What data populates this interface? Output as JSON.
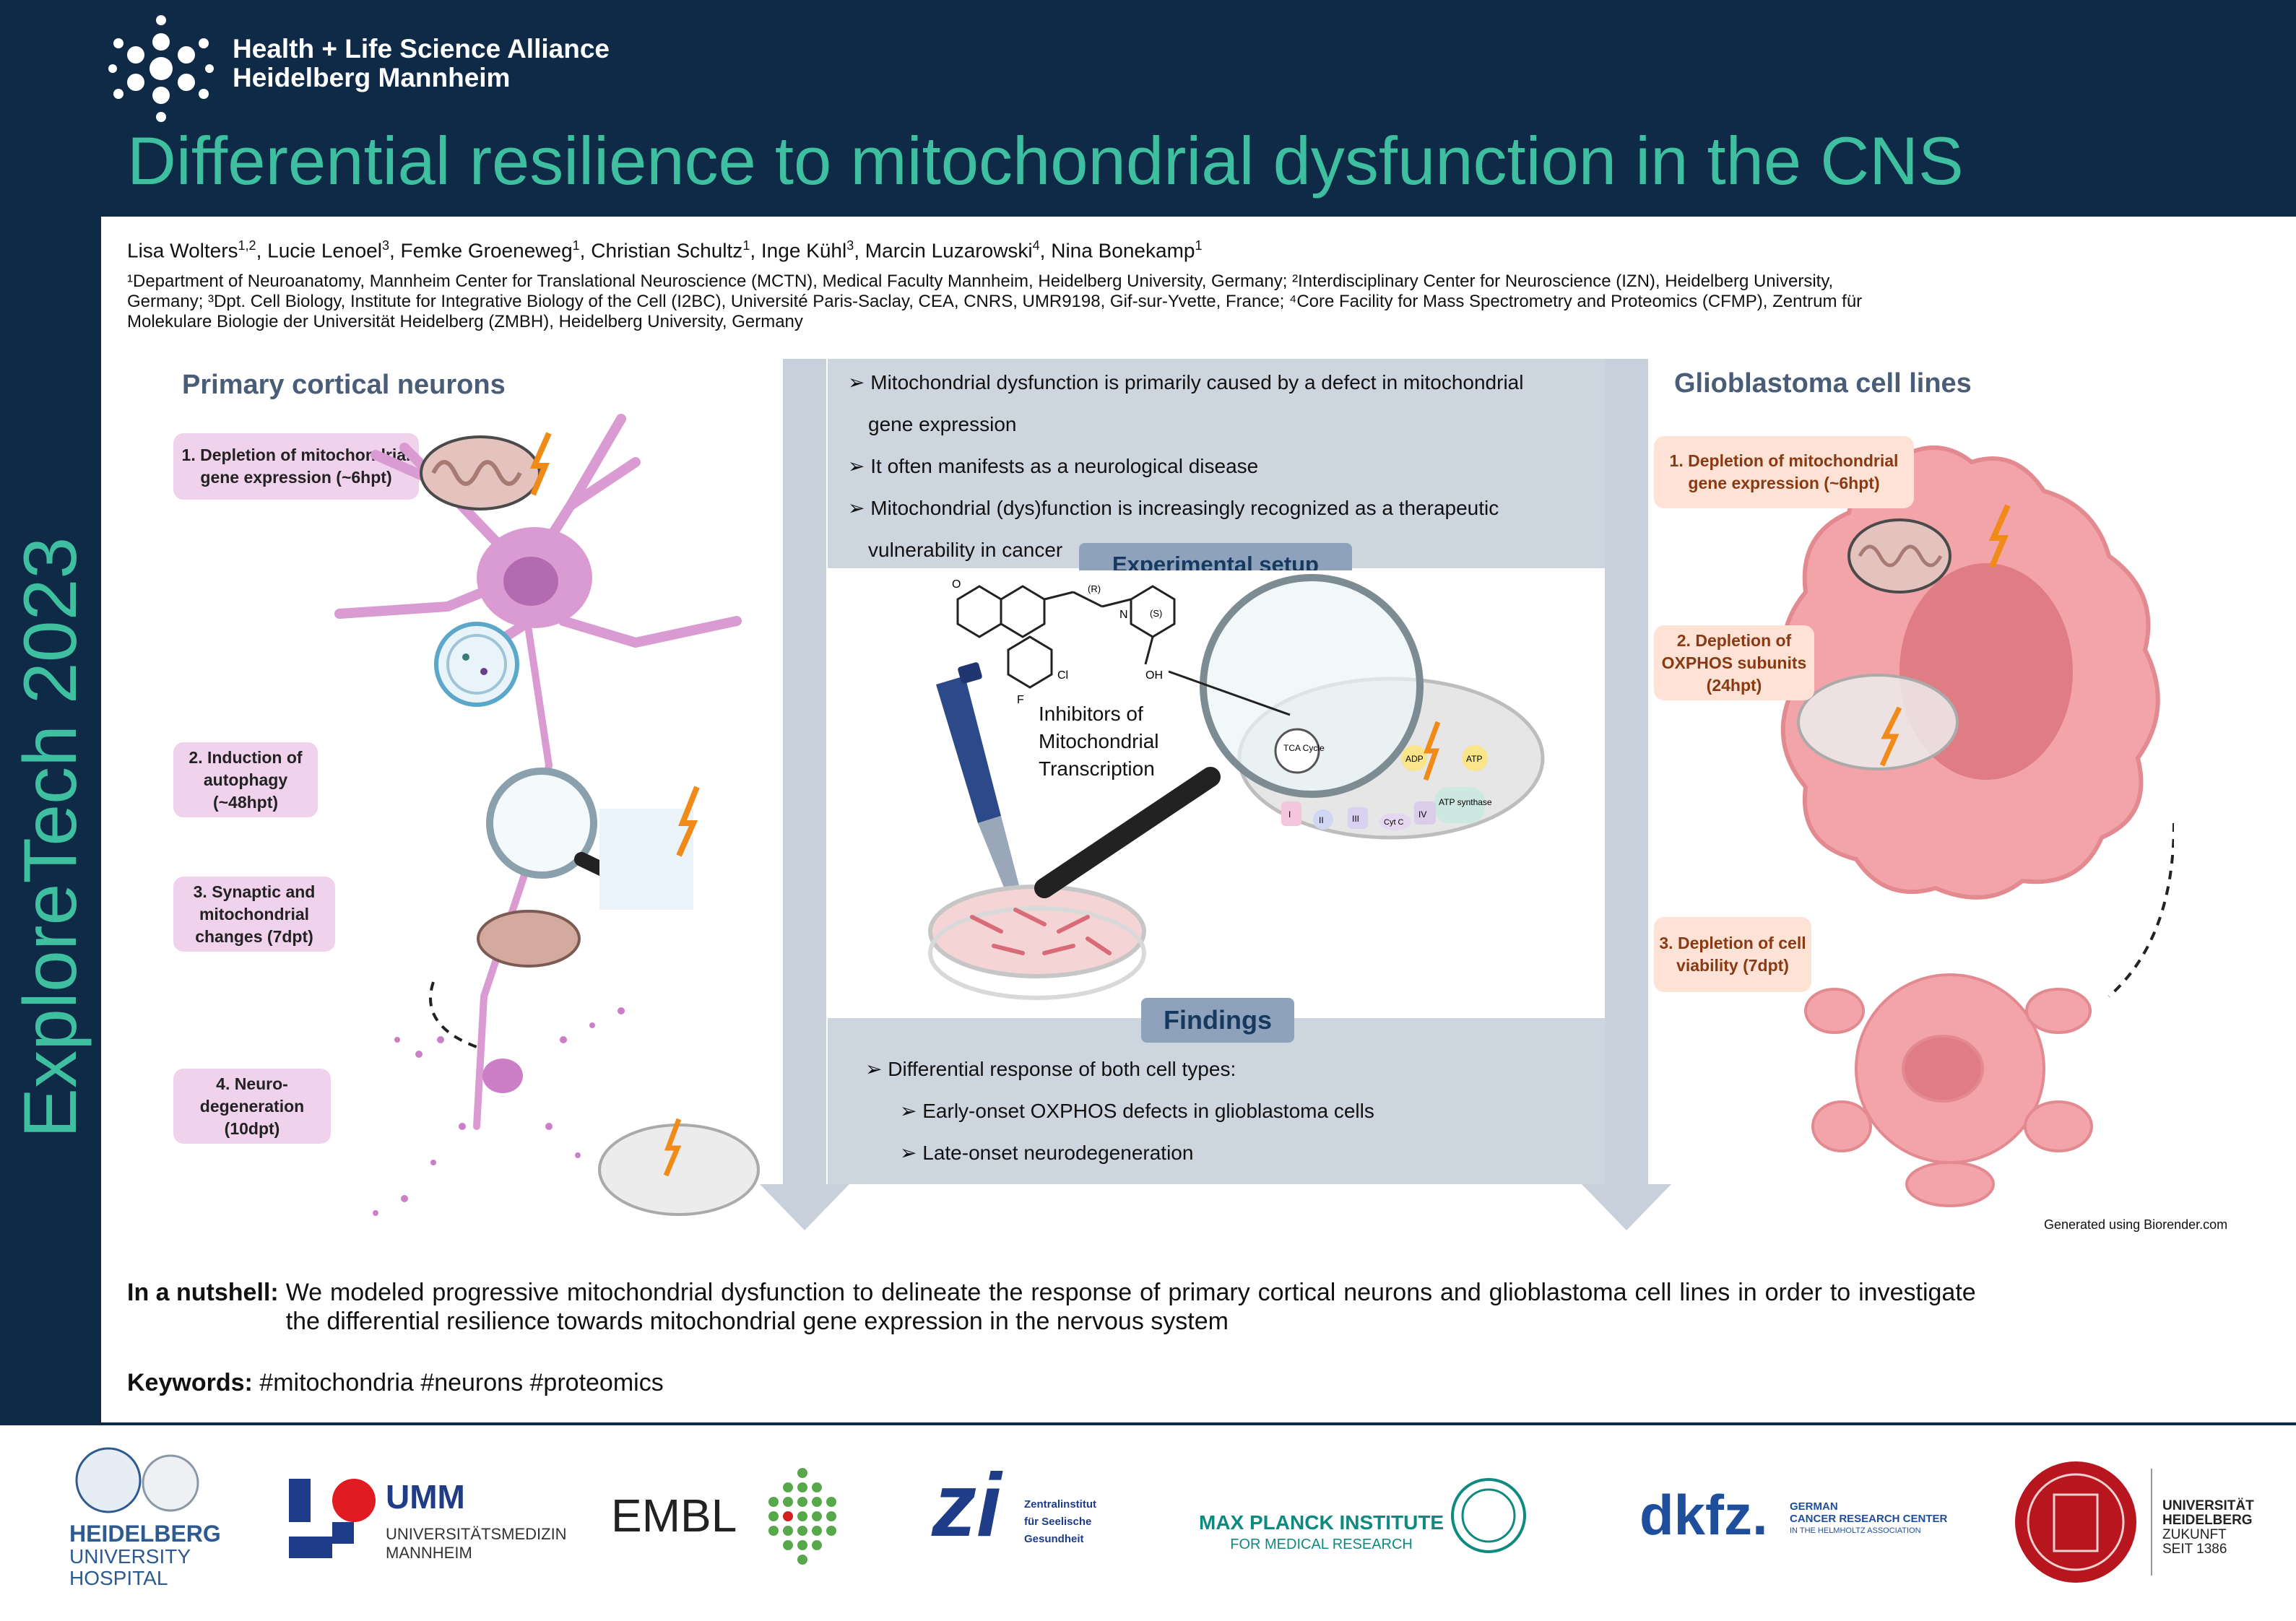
{
  "header": {
    "alliance_line1": "Health + Life Science Alliance",
    "alliance_line2": "Heidelberg Mannheim",
    "title": "Differential resilience to mitochondrial dysfunction in the CNS"
  },
  "sidebar": {
    "text": "ExploreTech 2023"
  },
  "authors": {
    "list": [
      {
        "name": "Lisa Wolters",
        "sup": "1,2"
      },
      {
        "name": "Lucie Lenoel",
        "sup": "3"
      },
      {
        "name": "Femke Groeneweg",
        "sup": "1"
      },
      {
        "name": "Christian Schultz",
        "sup": "1"
      },
      {
        "name": "Inge Kühl",
        "sup": "3"
      },
      {
        "name": "Marcin Luzarowski",
        "sup": "4"
      },
      {
        "name": "Nina Bonekamp",
        "sup": "1"
      }
    ],
    "affiliations": "¹Department of Neuroanatomy, Mannheim Center for Translational Neuroscience (MCTN), Medical Faculty Mannheim, Heidelberg University, Germany; ²Interdisciplinary Center for Neuroscience (IZN), Heidelberg University, Germany; ³Dpt. Cell Biology, Institute for Integrative Biology of the Cell (I2BC), Université Paris-Saclay, CEA, CNRS, UMR9198, Gif-sur-Yvette, France;  ⁴Core Facility for Mass Spectrometry and Proteomics (CFMP), Zentrum für Molekulare Biologie der Universität Heidelberg (ZMBH), Heidelberg University, Germany"
  },
  "left": {
    "title": "Primary cortical neurons",
    "steps": [
      "1. Depletion of mitochondrial gene expression (~6hpt)",
      "2. Induction of autophagy (~48hpt)",
      "3. Synaptic and mitochondrial changes (7dpt)",
      "4. Neuro-degeneration (10dpt)"
    ]
  },
  "right": {
    "title": "Glioblastoma cell lines",
    "steps": [
      "1. Depletion of mitochondrial gene expression (~6hpt)",
      "2. Depletion of OXPHOS subunits (24hpt)",
      "3.  Depletion of cell viability (7dpt)"
    ],
    "credit": "Generated using Biorender.com"
  },
  "center": {
    "bullets": [
      "Mitochondrial dysfunction is primarily caused by a defect in mitochondrial",
      "gene expression",
      "It often manifests as a neurological disease",
      "Mitochondrial (dys)function is increasingly recognized as a therapeutic",
      "vulnerability in cancer"
    ],
    "setup_label": "Experimental setup",
    "inhibitor_lines": [
      "Inhibitors of",
      "Mitochondrial",
      "Transcription"
    ],
    "diagram_labels": [
      "TCA Cycle",
      "ADP",
      "ATP",
      "ATP synthase",
      "I",
      "II",
      "III",
      "IV",
      "Cyt C",
      "O",
      "Cl",
      "F",
      "OH",
      "N",
      "(R)",
      "(S)"
    ],
    "findings_label": "Findings",
    "findings": [
      "Differential response of both cell types:",
      "Early-onset OXPHOS defects in glioblastoma cells",
      "Late-onset neurodegeneration"
    ]
  },
  "nutshell": {
    "label": "In a nutshell:",
    "text": "We modeled progressive mitochondrial dysfunction to delineate the response of primary cortical neurons and glioblastoma cell lines in order to investigate the differential resilience towards mitochondrial gene expression in the nervous system"
  },
  "keywords": {
    "label": "Keywords:",
    "text": "#mitochondria #neurons #proteomics"
  },
  "footer": {
    "heidelberg_hospital": [
      "HEIDELBERG",
      "UNIVERSITY",
      "HOSPITAL"
    ],
    "umm": [
      "UMM",
      "UNIVERSITÄTSMEDIZIN",
      "MANNHEIM"
    ],
    "embl": "EMBL",
    "zi": [
      "zi",
      "Zentralinstitut",
      "für Seelische",
      "Gesundheit"
    ],
    "mpi": [
      "MAX PLANCK INSTITUTE",
      "FOR MEDICAL RESEARCH"
    ],
    "dkfz": [
      "dkfz.",
      "GERMAN",
      "CANCER RESEARCH CENTER",
      "IN THE HELMHOLTZ ASSOCIATION"
    ],
    "uni": [
      "UNIVERSITÄT",
      "HEIDELBERG",
      "ZUKUNFT",
      "SEIT 1386"
    ]
  },
  "colors": {
    "navy": "#0f2a47",
    "teal": "#3dbfa0",
    "pink": "#f0d2ed",
    "peach": "#fde2d5",
    "slate": "#cdd5df"
  }
}
